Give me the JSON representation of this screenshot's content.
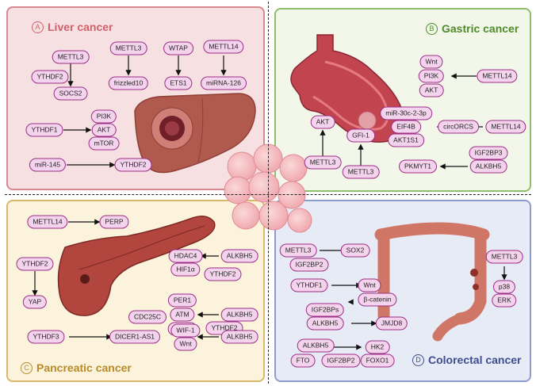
{
  "colors": {
    "liver": "#d0606a",
    "gastric": "#4f8a2a",
    "pancreatic": "#b88a2a",
    "colorectal": "#3d4e8e",
    "pill_fill": "#f3d4ec",
    "pill_border": "#9c2f86"
  },
  "panels": {
    "liver": {
      "letter": "A",
      "title": "Liver cancer"
    },
    "gastric": {
      "letter": "B",
      "title": "Gastric cancer"
    },
    "pancreatic": {
      "letter": "C",
      "title": "Pancreatic cancer"
    },
    "colorectal": {
      "letter": "D",
      "title": "Colorectal cancer"
    }
  },
  "icons": [
    "liver-illustration",
    "stomach-illustration",
    "pancreas-illustration",
    "colon-illustration",
    "cancer-cell-cluster"
  ],
  "labels": {
    "liver": {
      "mettl3": "METTL3",
      "ythdf2": "YTHDF2",
      "socs2": "SOCS2",
      "mettl3_b": "METTL3",
      "frizzled10": "frizzled10",
      "wtap": "WTAP",
      "ets1": "ETS1",
      "mettl14": "METTL14",
      "mirna126": "miRNA-126",
      "pi3k": "PI3K",
      "akt": "AKT",
      "mtor": "mTOR",
      "ythdf1": "YTHDF1",
      "mir145": "miR-145",
      "ythdf2_b": "YTHDF2"
    },
    "gastric": {
      "wnt": "Wnt",
      "pi3k": "PI3K",
      "akt": "AKT",
      "mettl14": "METTL14",
      "mir30c": "miR-30c-2-3p",
      "eif4b": "EIF4B",
      "akt1s1": "AKT1S1",
      "circorcs": "circORCS",
      "mettl14_b": "METTL14",
      "akt_b": "AKT",
      "mettl3": "METTL3",
      "gfi1": "GFI-1",
      "mettl3_b": "METTL3",
      "igf2bp3": "IGF2BP3",
      "pkmyt1": "PKMYT1",
      "alkbh5": "ALKBH5"
    },
    "pancreatic": {
      "mettl14": "METTL14",
      "perp": "PERP",
      "ythdf2": "YTHDF2",
      "yap": "YAP",
      "hdac4": "HDAC4",
      "hif1a": "HIF1α",
      "alkbh5": "ALKBH5",
      "ythdf2_b": "YTHDF2",
      "per1": "PER1",
      "atm": "ATM",
      "chk2": "CHK2",
      "cdc25c": "CDC25C",
      "alkbh5_b": "ALKBH5",
      "ythdf2_c": "YTHDF2",
      "ythdf3": "YTHDF3",
      "dicer1as1": "DICER1-AS1",
      "wif1": "WIF-1",
      "wnt": "Wnt",
      "alkbh5_c": "ALKBH5"
    },
    "colorectal": {
      "mettl3": "METTL3",
      "sox2": "SOX2",
      "igf2bp2": "IGF2BP2",
      "ythdf1": "YTHDF1",
      "wnt": "Wnt",
      "bcatenin": "β-catenin",
      "igf2bps": "IGF2BPs",
      "alkbh5": "ALKBH5",
      "jmjd8": "JMJD8",
      "alkbh5_b": "ALKBH5",
      "fto": "FTO",
      "igf2bp2_b": "IGF2BP2",
      "hk2": "HK2",
      "foxo1": "FOXO1",
      "mettl3_b": "METTL3",
      "p38": "p38",
      "erk": "ERK"
    }
  }
}
